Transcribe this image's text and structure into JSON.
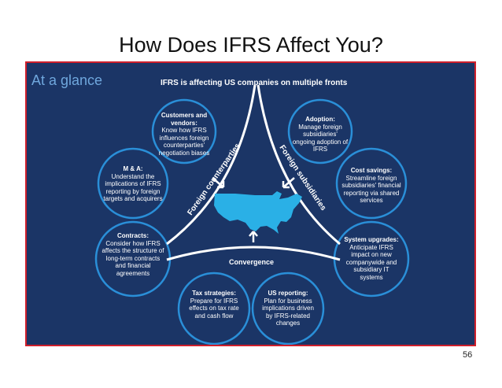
{
  "slide": {
    "title": "How Does IFRS Affect You?",
    "page_number": "56"
  },
  "panel": {
    "at_a_glance": "At a glance",
    "headline": "IFRS is affecting US companies on multiple fronts",
    "colors": {
      "background": "#1b3566",
      "border": "#cf1f2b",
      "accent": "#2ab0e6",
      "circle": "#2a8fd8"
    }
  },
  "diagram": {
    "arc_labels": {
      "foreign_counterparties": "Foreign counterparties",
      "foreign_subsidiaries": "Foreign subsidiaries",
      "convergence": "Convergence"
    },
    "bubbles": {
      "customers": {
        "heading": "Customers and vendors:",
        "body": "Know how IFRS influences foreign counterparties' negotiation biases"
      },
      "adoption": {
        "heading": "Adoption:",
        "body": "Manage foreign subsidiaries' ongoing adoption of IFRS"
      },
      "ma": {
        "heading": "M & A:",
        "body": "Understand the implications of IFRS reporting by foreign targets and acquirers"
      },
      "cost": {
        "heading": "Cost savings:",
        "body": "Streamline foreign subsidiaries' financial reporting via shared services"
      },
      "contracts": {
        "heading": "Contracts:",
        "body": "Consider how IFRS affects the structure of long-term contracts and financial agreements"
      },
      "system": {
        "heading": "System upgrades:",
        "body": "Anticipate IFRS impact on new companywide and subsidiary IT systems"
      },
      "tax": {
        "heading": "Tax strategies:",
        "body": "Prepare for IFRS effects on tax rate and cash flow"
      },
      "us_reporting": {
        "heading": "US reporting:",
        "body": "Plan for business implications driven by IFRS-related changes"
      }
    }
  }
}
